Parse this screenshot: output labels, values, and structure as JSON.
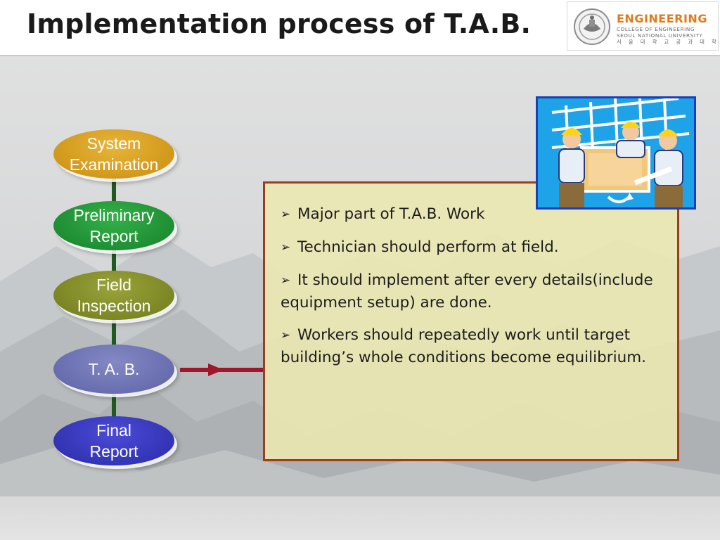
{
  "header": {
    "title": "Implementation process of T.A.B.",
    "logo": {
      "main": "ENGINEERING",
      "sub1": "COLLEGE OF ENGINEERING",
      "sub2": "SEOUL NATIONAL UNIVERSITY",
      "sub3": "서 울 대 학 교 공 과 대 학"
    }
  },
  "flow": {
    "nodes": [
      {
        "label": "System\nExamination",
        "color": "#d9a422"
      },
      {
        "label": "Preliminary\nReport",
        "color": "#23983a"
      },
      {
        "label": "Field\nInspection",
        "color": "#858e29"
      },
      {
        "label": "T. A. B.",
        "color": "#7075b5"
      },
      {
        "label": "Final\nReport",
        "color": "#3838c0"
      }
    ],
    "connector_color": "#1f5a1f",
    "arrow_color": "#a0172b"
  },
  "details": {
    "bullets": [
      "Major part of T.A.B. Work",
      "Technician should perform at field.",
      "It should implement after every details(include equipment setup) are done.",
      "Workers should repeatedly work until target building’s whole conditions become equilibrium."
    ],
    "border_color": "#9b3e1c",
    "fill_color": "#ece8b0"
  },
  "clipart": {
    "icon": "construction-workers-icon"
  }
}
